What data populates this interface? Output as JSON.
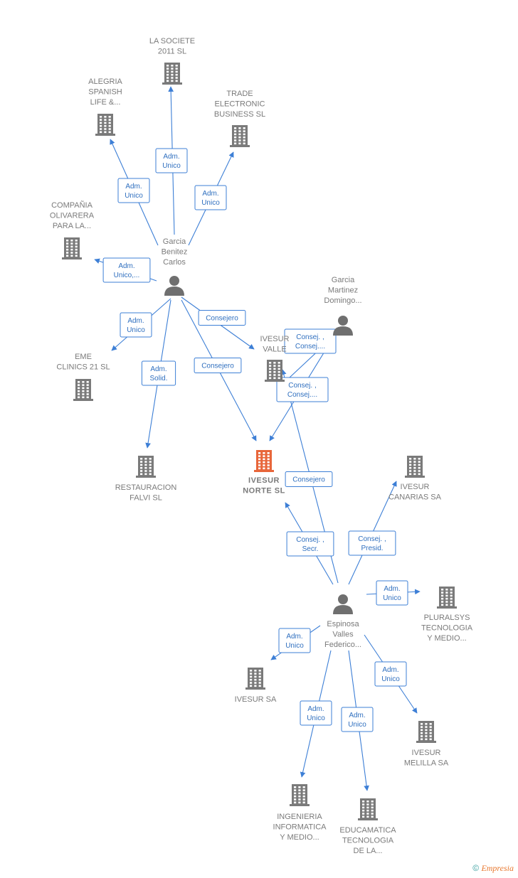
{
  "colors": {
    "edge": "#3d7fd6",
    "company": "#7a7a7a",
    "focus_company": "#e8663a",
    "person": "#6f6f6f"
  },
  "nodes": [
    {
      "id": "la_societe",
      "kind": "company",
      "label_lines": [
        "LA SOCIETE",
        "2011 SL"
      ]
    },
    {
      "id": "alegria",
      "kind": "company",
      "label_lines": [
        "ALEGRIA",
        "SPANISH",
        "LIFE &..."
      ]
    },
    {
      "id": "trade",
      "kind": "company",
      "label_lines": [
        "TRADE",
        "ELECTRONIC",
        "BUSINESS SL"
      ]
    },
    {
      "id": "olivarera",
      "kind": "company",
      "label_lines": [
        "COMPAÑIA",
        "OLIVARERA",
        "PARA LA..."
      ]
    },
    {
      "id": "garcia_benitez",
      "kind": "person",
      "label_lines": [
        "Garcia",
        "Benitez",
        "Carlos"
      ]
    },
    {
      "id": "garcia_martinez",
      "kind": "person",
      "label_lines": [
        "Garcia",
        "Martinez",
        "Domingo..."
      ]
    },
    {
      "id": "eme",
      "kind": "company",
      "label_lines": [
        "EME",
        "CLINICS 21  SL"
      ]
    },
    {
      "id": "ivesur_valle",
      "kind": "company",
      "label_lines": [
        "IVESUR",
        "VALLE"
      ]
    },
    {
      "id": "restauracion",
      "kind": "company",
      "label_lines": [
        "RESTAURACION",
        "FALVI SL"
      ]
    },
    {
      "id": "ivesur_norte",
      "kind": "focus",
      "label_lines": [
        "IVESUR",
        "NORTE  SL"
      ]
    },
    {
      "id": "ivesur_canarias",
      "kind": "company",
      "label_lines": [
        "IVESUR",
        "CANARIAS SA"
      ]
    },
    {
      "id": "espinosa",
      "kind": "person",
      "label_lines": [
        "Espinosa",
        "Valles",
        "Federico..."
      ]
    },
    {
      "id": "pluralsys",
      "kind": "company",
      "label_lines": [
        "PLURALSYS",
        "TECNOLOGIA",
        "Y MEDIO..."
      ]
    },
    {
      "id": "ivesur_sa",
      "kind": "company",
      "label_lines": [
        "IVESUR SA"
      ]
    },
    {
      "id": "ivesur_melilla",
      "kind": "company",
      "label_lines": [
        "IVESUR",
        "MELILLA SA"
      ]
    },
    {
      "id": "ingenieria",
      "kind": "company",
      "label_lines": [
        "INGENIERIA",
        "INFORMATICA",
        "Y MEDIO..."
      ]
    },
    {
      "id": "educamatica",
      "kind": "company",
      "label_lines": [
        "EDUCAMATICA",
        "TECNOLOGIA",
        "DE LA..."
      ]
    }
  ],
  "edges": [
    {
      "from": "garcia_benitez",
      "to": "la_societe",
      "label_lines": [
        "Adm.",
        "Unico"
      ]
    },
    {
      "from": "garcia_benitez",
      "to": "alegria",
      "label_lines": [
        "Adm.",
        "Unico"
      ]
    },
    {
      "from": "garcia_benitez",
      "to": "trade",
      "label_lines": [
        "Adm.",
        "Unico"
      ]
    },
    {
      "from": "garcia_benitez",
      "to": "olivarera",
      "label_lines": [
        "Adm.",
        "Unico,..."
      ]
    },
    {
      "from": "garcia_benitez",
      "to": "eme",
      "label_lines": [
        "Adm.",
        "Unico"
      ]
    },
    {
      "from": "garcia_benitez",
      "to": "restauracion",
      "label_lines": [
        "Adm.",
        "Solid."
      ]
    },
    {
      "from": "garcia_benitez",
      "to": "ivesur_valle",
      "label_lines": [
        "Consejero"
      ]
    },
    {
      "from": "garcia_benitez",
      "to": "ivesur_norte",
      "label_lines": [
        "Consejero"
      ]
    },
    {
      "from": "garcia_martinez",
      "to": "ivesur_valle",
      "label_lines": [
        "Consej. ,",
        "Consej...."
      ]
    },
    {
      "from": "garcia_martinez",
      "to": "ivesur_norte",
      "label_lines": [
        "Consej. ,",
        "Consej...."
      ]
    },
    {
      "from": "espinosa",
      "to": "ivesur_valle",
      "label_lines": [
        "Consejero"
      ]
    },
    {
      "from": "espinosa",
      "to": "ivesur_norte",
      "label_lines": [
        "Consej. ,",
        "Secr."
      ]
    },
    {
      "from": "espinosa",
      "to": "ivesur_canarias",
      "label_lines": [
        "Consej. ,",
        "Presid."
      ]
    },
    {
      "from": "espinosa",
      "to": "pluralsys",
      "label_lines": [
        "Adm.",
        "Unico"
      ]
    },
    {
      "from": "espinosa",
      "to": "ivesur_sa",
      "label_lines": [
        "Adm.",
        "Unico"
      ]
    },
    {
      "from": "espinosa",
      "to": "ivesur_melilla",
      "label_lines": [
        "Adm.",
        "Unico"
      ]
    },
    {
      "from": "espinosa",
      "to": "ingenieria",
      "label_lines": [
        "Adm.",
        "Unico"
      ]
    },
    {
      "from": "espinosa",
      "to": "educamatica",
      "label_lines": [
        "Adm.",
        "Unico"
      ]
    }
  ],
  "footer": {
    "copyright_symbol": "©",
    "brand": "Empresia"
  }
}
